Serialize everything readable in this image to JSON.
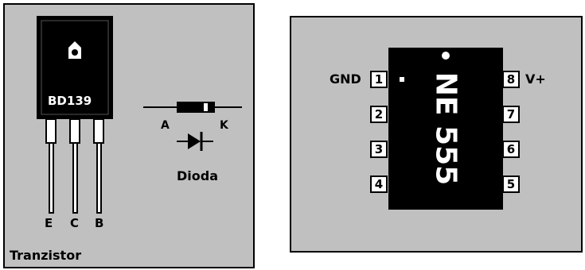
{
  "transistor": {
    "model": "BD139",
    "pins": [
      "E",
      "C",
      "B"
    ],
    "caption": "Tranzistor"
  },
  "diode": {
    "anode_label": "A",
    "cathode_label": "K",
    "caption": "Dioda"
  },
  "ic": {
    "name": "NE 555",
    "gnd_label": "GND",
    "vcc_label": "V+",
    "left_pins": [
      "1",
      "2",
      "3",
      "4"
    ],
    "right_pins": [
      "8",
      "7",
      "6",
      "5"
    ]
  },
  "colors": {
    "panel": "#c0c0c0",
    "body": "#000000",
    "text_on_body": "#ffffff",
    "pin_box": "#ffffff"
  }
}
